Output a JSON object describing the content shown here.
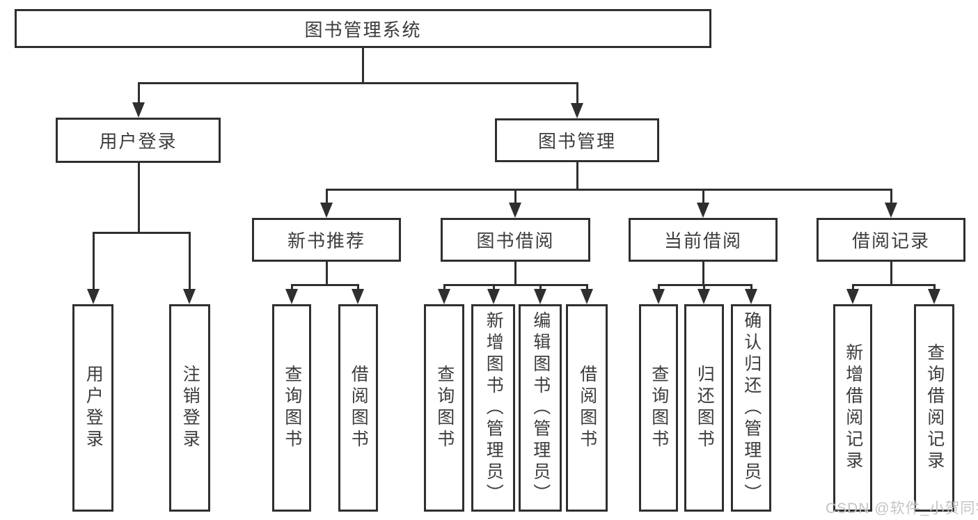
{
  "tree": {
    "root": {
      "label": "图书管理系统"
    },
    "branches": [
      {
        "label": "用户登录",
        "children": [
          {
            "label": "用户登录"
          },
          {
            "label": "注销登录"
          }
        ]
      },
      {
        "label": "图书管理",
        "children": [
          {
            "label": "新书推荐",
            "children": [
              {
                "label": "查询图书"
              },
              {
                "label": "借阅图书"
              }
            ]
          },
          {
            "label": "图书借阅",
            "children": [
              {
                "label": "查询图书"
              },
              {
                "label": "新增图书（管理员）"
              },
              {
                "label": "编辑图书（管理员）"
              },
              {
                "label": "借阅图书"
              }
            ]
          },
          {
            "label": "当前借阅",
            "children": [
              {
                "label": "查询图书"
              },
              {
                "label": "归还图书"
              },
              {
                "label": "确认归还（管理员）"
              }
            ]
          },
          {
            "label": "借阅记录",
            "children": [
              {
                "label": "新增借阅记录"
              },
              {
                "label": "查询借阅记录"
              }
            ]
          }
        ]
      }
    ]
  },
  "watermark": {
    "text": "CSDN @软件_小贺同学"
  },
  "colors": {
    "line": "#2f2f2f",
    "text": "#3c3c3c",
    "watermark": "#c4c4c4",
    "background": "#ffffff"
  }
}
